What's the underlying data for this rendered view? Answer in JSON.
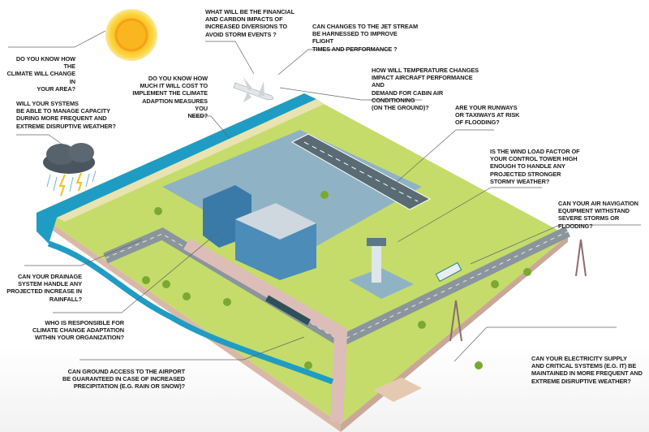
{
  "questions": {
    "climate_change": "DO YOU KNOW HOW THE\nCLIMATE WILL CHANGE IN\nYOUR AREA?",
    "capacity": "WILL YOUR SYSTEMS\nBE ABLE TO MANAGE CAPACITY\nDURING MORE FREQUENT AND\nEXTREME DISRUPTIVE WEATHER?",
    "financial": "WHAT WILL BE THE FINANCIAL\nAND CARBON IMPACTS OF\nINCREASED DIVERSIONS TO\nAVOID STORM EVENTS ?",
    "cost": "DO YOU KNOW HOW\nMUCH IT WILL COST TO\nIMPLEMENT THE CLIMATE\nADAPTION MEASURES YOU\nNEED?",
    "jet_stream": "CAN CHANGES TO THE JET STREAM\nBE HARNESSED TO IMPROVE FLIGHT\nTIMES AND PERFORMANCE ?",
    "temperature": "HOW WILL TEMPERATURE CHANGES\nIMPACT AIRCRAFT PERFORMANCE AND\nDEMAND FOR CABIN AIR CONDITIONING\n(ON THE GROUND)?",
    "runways": "ARE YOUR RUNWAYS\nOR TAXIWAYS AT RISK\nOF FLOODING?",
    "wind_load": "IS THE WIND LOAD FACTOR OF\nYOUR CONTROL TOWER HIGH\nENOUGH TO HANDLE ANY\nPROJECTED STRONGER\nSTORMY WEATHER?",
    "air_navigation": "CAN YOUR AIR NAVIGATION\nEQUIPMENT WITHSTAND\nSEVERE STORMS OR FLOODING?",
    "drainage": "CAN YOUR DRAINAGE\nSYSTEM HANDLE ANY\nPROJECTED INCREASE IN\nRAINFALL?",
    "responsible": "WHO IS RESPONSIBLE FOR\nCLIMATE CHANGE ADAPTATION\nWITHIN YOUR ORGANIZATION?",
    "ground_access": "CAN GROUND ACCESS TO THE AIRPORT\nBE GUARANTEED IN CASE OF INCREASED\nPRECIPITATION (E.G. RAIN OR SNOW)?",
    "electricity": "CAN YOUR ELECTRICITY SUPPLY\nAND CRITICAL SYSTEMS (E.G. IT) BE\nMAINTAINED IN MORE FREQUENT AND\nEXTREME DISRUPTIVE WEATHER?"
  },
  "colors": {
    "grass": "#c5dc6a",
    "water": "#1f9cc4",
    "apron": "#8fb3c4",
    "runway": "#5a6b74",
    "road": "#8a959c",
    "rail": "#dcbdb8",
    "sun": "#f7b417",
    "leader": "#666666"
  }
}
